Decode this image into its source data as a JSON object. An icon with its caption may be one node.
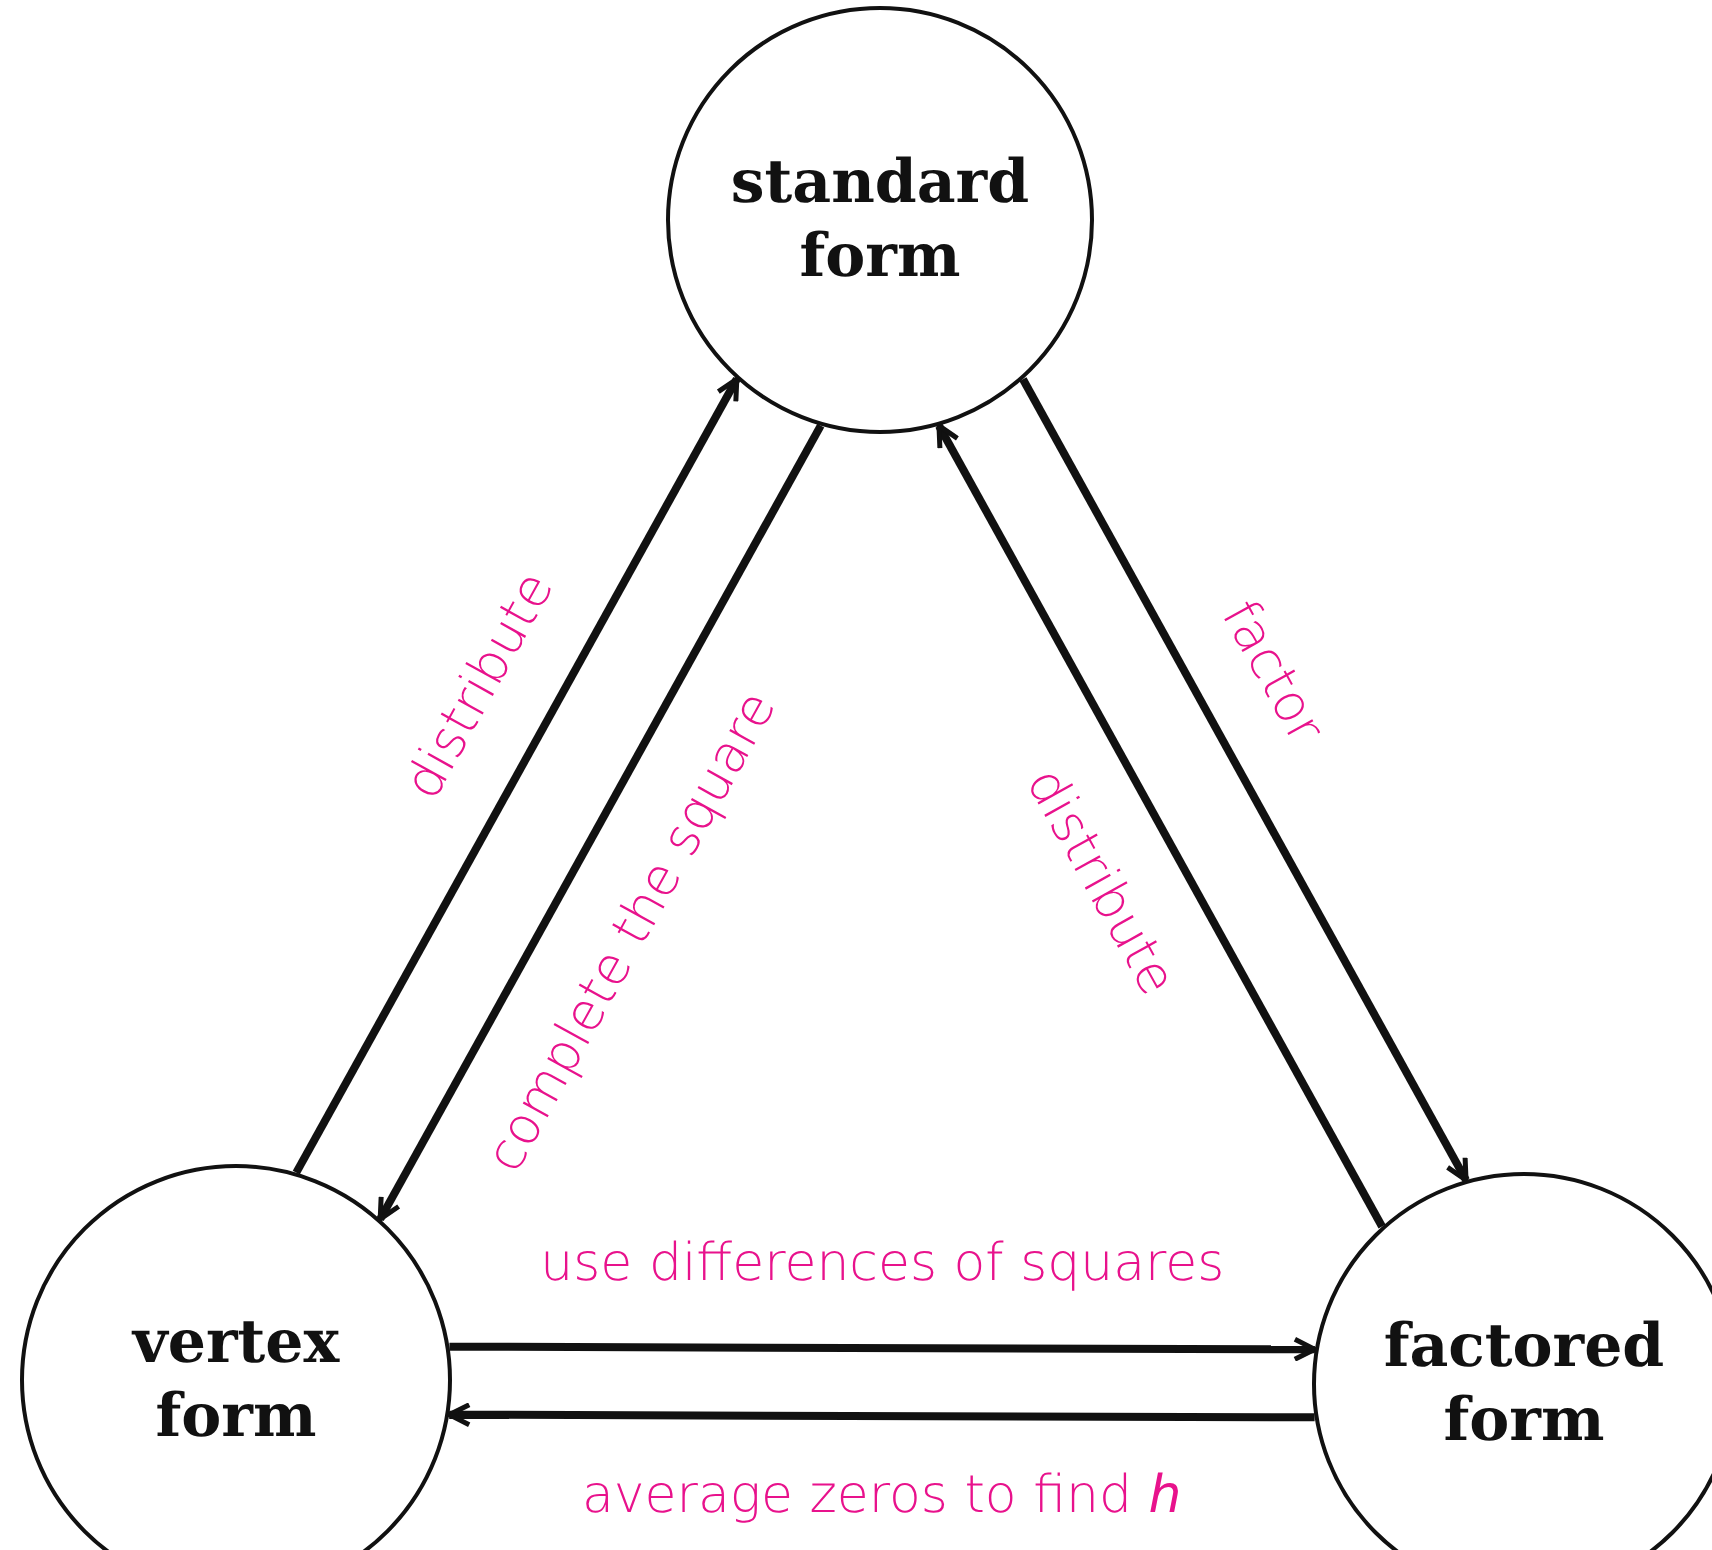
{
  "diagram": {
    "nodes": [
      {
        "text": [
          "standard form"
        ]
      },
      {
        "text": [
          "vertex form"
        ]
      },
      {
        "text": [
          "factored form"
        ]
      }
    ],
    "edges": [
      {
        "from": 1,
        "to": 0,
        "arrow": "to",
        "label": "distribute"
      },
      {
        "from": 0,
        "to": 1,
        "arrow": "to",
        "label": "complete the square"
      },
      {
        "from": 0,
        "to": 2,
        "arrow": "to",
        "label": "factor"
      },
      {
        "from": 2,
        "to": 0,
        "arrow": "to",
        "label": "distribute"
      },
      {
        "from": 1,
        "to": 2,
        "arrow": "to",
        "label": "use differences of squares"
      },
      {
        "from": 2,
        "to": 1,
        "arrow": "to",
        "label": "average zeros to find *h*"
      }
    ]
  }
}
